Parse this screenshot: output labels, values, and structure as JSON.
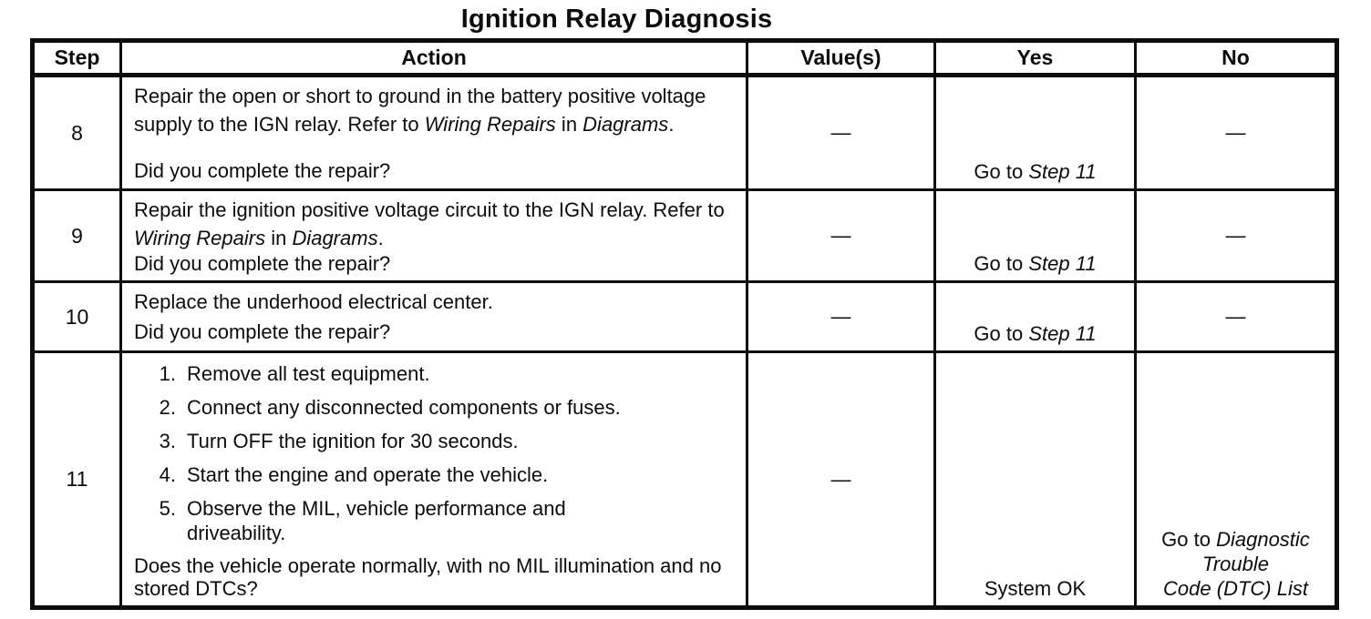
{
  "title": "Ignition Relay Diagnosis",
  "dash": "—",
  "table": {
    "headers": [
      "Step",
      "Action",
      "Value(s)",
      "Yes",
      "No"
    ],
    "rows": [
      {
        "step": "8",
        "action": [
          {
            "segments": [
              {
                "t": "Repair the open or short to ground in the battery positive voltage supply to the IGN relay. Refer to "
              },
              {
                "t": "Wiring Repairs",
                "i": true
              },
              {
                "t": " in "
              },
              {
                "t": "Diagrams",
                "i": true
              },
              {
                "t": "."
              }
            ]
          },
          {
            "q": true,
            "segments": [
              {
                "t": "Did you complete the repair?"
              }
            ]
          }
        ],
        "value": "—",
        "yes": {
          "segments": [
            {
              "t": "Go to "
            },
            {
              "t": "Step 11",
              "i": true
            }
          ]
        },
        "no": {
          "segments": [
            {
              "t": "—"
            }
          ]
        }
      },
      {
        "step": "9",
        "action": [
          {
            "segments": [
              {
                "t": "Repair the ignition positive voltage circuit to the IGN relay. Refer to "
              },
              {
                "t": "Wiring Repairs",
                "i": true
              },
              {
                "t": " in "
              },
              {
                "t": "Diagrams",
                "i": true
              },
              {
                "t": "."
              }
            ]
          },
          {
            "q": true,
            "segments": [
              {
                "t": "Did you complete the repair?"
              }
            ]
          }
        ],
        "value": "—",
        "yes": {
          "segments": [
            {
              "t": "Go to "
            },
            {
              "t": "Step 11",
              "i": true
            }
          ]
        },
        "no": {
          "segments": [
            {
              "t": "—"
            }
          ]
        }
      },
      {
        "step": "10",
        "action": [
          {
            "segments": [
              {
                "t": "Replace the underhood electrical center."
              }
            ]
          },
          {
            "q": true,
            "segments": [
              {
                "t": "Did you complete the repair?"
              }
            ]
          }
        ],
        "value": "—",
        "yes": {
          "segments": [
            {
              "t": "Go to "
            },
            {
              "t": "Step 11",
              "i": true
            }
          ]
        },
        "no": {
          "segments": [
            {
              "t": "—"
            }
          ]
        }
      },
      {
        "step": "11",
        "action": [
          {
            "list": [
              {
                "n": "1.",
                "segments": [
                  {
                    "t": "Remove all test equipment."
                  }
                ]
              },
              {
                "n": "2.",
                "segments": [
                  {
                    "t": "Connect any disconnected components or fuses."
                  }
                ]
              },
              {
                "n": "3.",
                "segments": [
                  {
                    "t": "Turn OFF the ignition for 30 seconds."
                  }
                ]
              },
              {
                "n": "4.",
                "segments": [
                  {
                    "t": "Start the engine and operate the vehicle."
                  }
                ]
              },
              {
                "n": "5.",
                "segments": [
                  {
                    "t": "Observe the MIL, vehicle performance and driveability."
                  }
                ]
              }
            ]
          },
          {
            "q": true,
            "segments": [
              {
                "t": "Does the vehicle operate normally, with no MIL illumination and no stored DTCs?"
              }
            ]
          }
        ],
        "value": "—",
        "yes": {
          "segments": [
            {
              "t": "System OK"
            }
          ]
        },
        "no": {
          "segments": [
            {
              "t": "Go to "
            },
            {
              "t": "Diagnostic",
              "i": true
            },
            {
              "br": true
            },
            {
              "t": "Trouble",
              "i": true
            },
            {
              "br": true
            },
            {
              "t": "Code (DTC) List",
              "i": true
            }
          ]
        }
      }
    ]
  }
}
